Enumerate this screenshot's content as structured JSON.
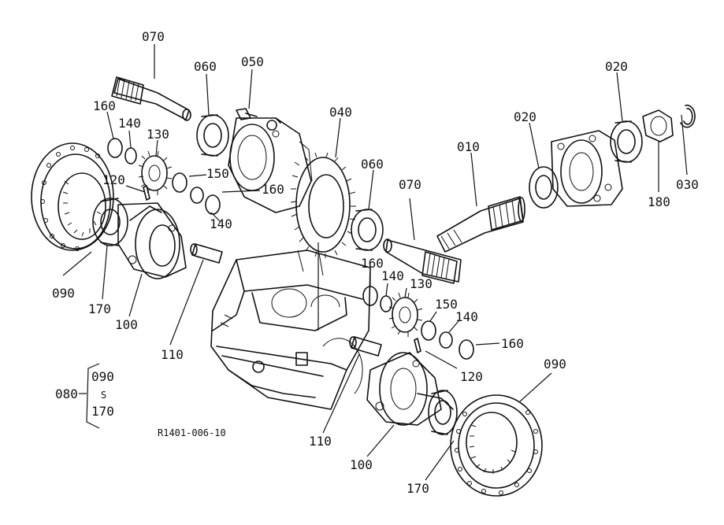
{
  "parts": [
    {
      "id": "p-070-a",
      "label": "070"
    },
    {
      "id": "p-060-a",
      "label": "060"
    },
    {
      "id": "p-050",
      "label": "050"
    },
    {
      "id": "p-040",
      "label": "040"
    },
    {
      "id": "p-020-a",
      "label": "020"
    },
    {
      "id": "p-020-b",
      "label": "020"
    },
    {
      "id": "p-010",
      "label": "010"
    },
    {
      "id": "p-030",
      "label": "030"
    },
    {
      "id": "p-180",
      "label": "180"
    },
    {
      "id": "p-160-a",
      "label": "160"
    },
    {
      "id": "p-140-a",
      "label": "140"
    },
    {
      "id": "p-130-a",
      "label": "130"
    },
    {
      "id": "p-120-a",
      "label": "120"
    },
    {
      "id": "p-150-a",
      "label": "150"
    },
    {
      "id": "p-160-b",
      "label": "160"
    },
    {
      "id": "p-140-b",
      "label": "140"
    },
    {
      "id": "p-060-b",
      "label": "060"
    },
    {
      "id": "p-070-b",
      "label": "070"
    },
    {
      "id": "p-090-a",
      "label": "090"
    },
    {
      "id": "p-170-a",
      "label": "170"
    },
    {
      "id": "p-100-a",
      "label": "100"
    },
    {
      "id": "p-110-a",
      "label": "110"
    },
    {
      "id": "p-160-c",
      "label": "160"
    },
    {
      "id": "p-140-c",
      "label": "140"
    },
    {
      "id": "p-130-b",
      "label": "130"
    },
    {
      "id": "p-150-b",
      "label": "150"
    },
    {
      "id": "p-140-d",
      "label": "140"
    },
    {
      "id": "p-160-d",
      "label": "160"
    },
    {
      "id": "p-120-b",
      "label": "120"
    },
    {
      "id": "p-090-b",
      "label": "090"
    },
    {
      "id": "p-110-b",
      "label": "110"
    },
    {
      "id": "p-100-b",
      "label": "100"
    },
    {
      "id": "p-170-b",
      "label": "170"
    }
  ],
  "group": {
    "label": "080",
    "from": "090",
    "sep": "S",
    "to": "170"
  },
  "drawing_number": "R1401-006-10"
}
